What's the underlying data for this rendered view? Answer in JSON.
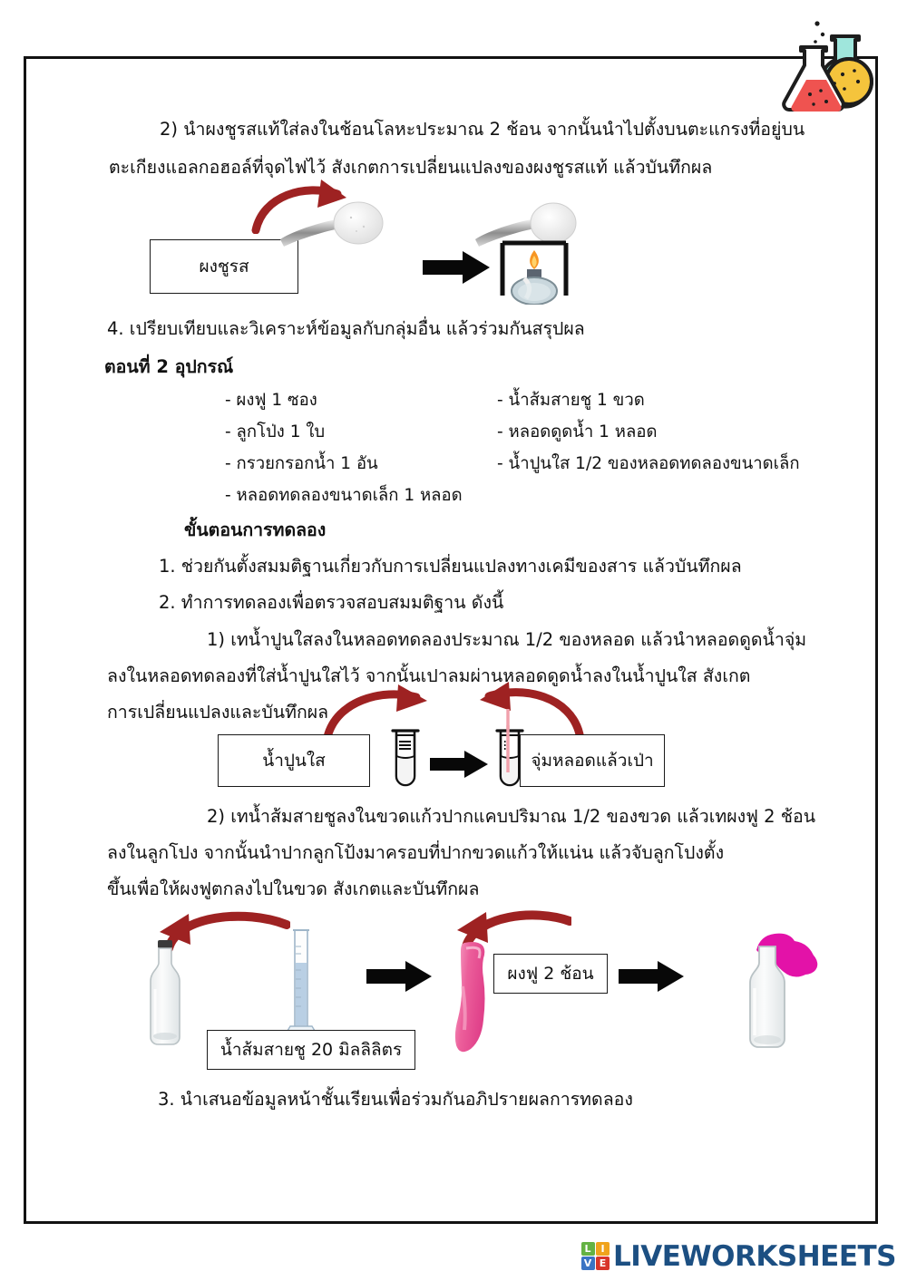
{
  "document": {
    "title_icon": "chemistry-flasks-icon",
    "paragraphs": {
      "step2_line1": "2) นำผงชูรสแท้ใส่ลงในช้อนโลหะประมาณ 2 ช้อน จากนั้นนำไปตั้งบนตะแกรงที่อยู่บน",
      "step2_line2": "ตะเกียงแอลกอฮอล์ที่จุดไฟไว้ สังเกตการเปลี่ยนแปลงของผงชูรสแท้ แล้วบันทึกผล",
      "step4": "4. เปรียบเทียบและวิเคราะห์ข้อมูลกับกลุ่มอื่น แล้วร่วมกันสรุปผล",
      "part2_heading": "ตอนที่ 2 อุปกรณ์",
      "procedure_heading": "ขั้นตอนการทดลอง",
      "proc1": "1. ช่วยกันตั้งสมมติฐานเกี่ยวกับการเปลี่ยนแปลงทางเคมีของสาร แล้วบันทึกผล",
      "proc2": "2. ทำการทดลองเพื่อตรวจสอบสมมติฐาน ดังนี้",
      "sub1_line1": "1) เทน้ำปูนใสลงในหลอดทดลองประมาณ 1/2 ของหลอด แล้วนำหลอดดูดน้ำจุ่ม",
      "sub1_line2": "ลงในหลอดทดลองที่ใส่น้ำปูนใสไว้ จากนั้นเปาลมผ่านหลอดดูดน้ำลงในน้ำปูนใส สังเกต",
      "sub1_line3": "การเปลี่ยนแปลงและบันทึกผล",
      "sub2_line1": "2) เทน้ำส้มสายชูลงในขวดแก้วปากแคบปริมาณ 1/2 ของขวด แล้วเทผงฟู 2 ช้อน",
      "sub2_line2": "ลงในลูกโปง จากนั้นนำปากลูกโป้งมาครอบที่ปากขวดแก้วให้แน่น แล้วจับลูกโปงตั้ง",
      "sub2_line3": "ขึ้นเพื่อให้ผงฟูตกลงไปในขวด สังเกตและบันทึกผล",
      "proc3": "3. นำเสนอข้อมูลหน้าชั้นเรียนเพื่อร่วมกันอภิปรายผลการทดลอง"
    },
    "equipment": {
      "left_column": [
        "- ผงฟู 1 ซอง",
        "- ลูกโป่ง 1 ใบ",
        "- กรวยกรอกน้ำ 1 อัน",
        "- หลอดทดลองขนาดเล็ก 1 หลอด"
      ],
      "right_column": [
        "- น้ำส้มสายชู 1 ขวด",
        "- หลอดดูดน้ำ 1 หลอด",
        "- น้ำปูนใส 1/2  ของหลอดทดลองขนาดเล็ก"
      ]
    },
    "diagram1": {
      "label_box": "ผงชูรส",
      "spoon_icon": "metal-spoon-with-powder-icon",
      "curved_arrow_icon": "red-curved-arrow-icon",
      "black_arrow_icon": "black-right-arrow-icon",
      "burner_icon": "alcohol-burner-with-flame-icon"
    },
    "diagram2": {
      "label_box_left": "น้ำปูนใส",
      "label_box_right": "จุ่มหลอดแล้วเป่า",
      "test_tube_icon": "test-tube-icon",
      "test_tube_straw_icon": "test-tube-with-straw-icon",
      "black_arrow_icon": "black-right-arrow-icon",
      "curved_arrow_icon": "red-curved-arrow-icon"
    },
    "diagram3": {
      "label_box_cylinder": "น้ำส้มสายชู 20 มิลลิลิตร",
      "label_box_balloon": "ผงฟู 2 ช้อน",
      "bottle_icon": "glass-bottle-icon",
      "cylinder_icon": "graduated-cylinder-icon",
      "balloon_icon": "pink-balloon-icon",
      "bottle_balloon_icon": "bottle-with-balloon-icon",
      "black_arrow_icon": "black-right-arrow-icon",
      "curved_arrow_icon": "red-curved-arrow-icon"
    },
    "colors": {
      "arrow_red": "#9e2222",
      "balloon_pink": "#e8559b",
      "balloon_magenta": "#e312a8",
      "flask_red": "#ef5350",
      "flask_yellow": "#f5c43c",
      "flask_mint": "#9fe6dc",
      "liquid_blue": "#b9cfe4",
      "flame_orange": "#f79522",
      "logo_blue": "#1c4f82"
    }
  },
  "footer": {
    "brand": "LIVEWORKSHEETS",
    "logo_letters": [
      "L",
      "I",
      "V",
      "E"
    ],
    "logo_colors": [
      "#64b243",
      "#f0a31c",
      "#3a74c4",
      "#d8352a"
    ]
  }
}
